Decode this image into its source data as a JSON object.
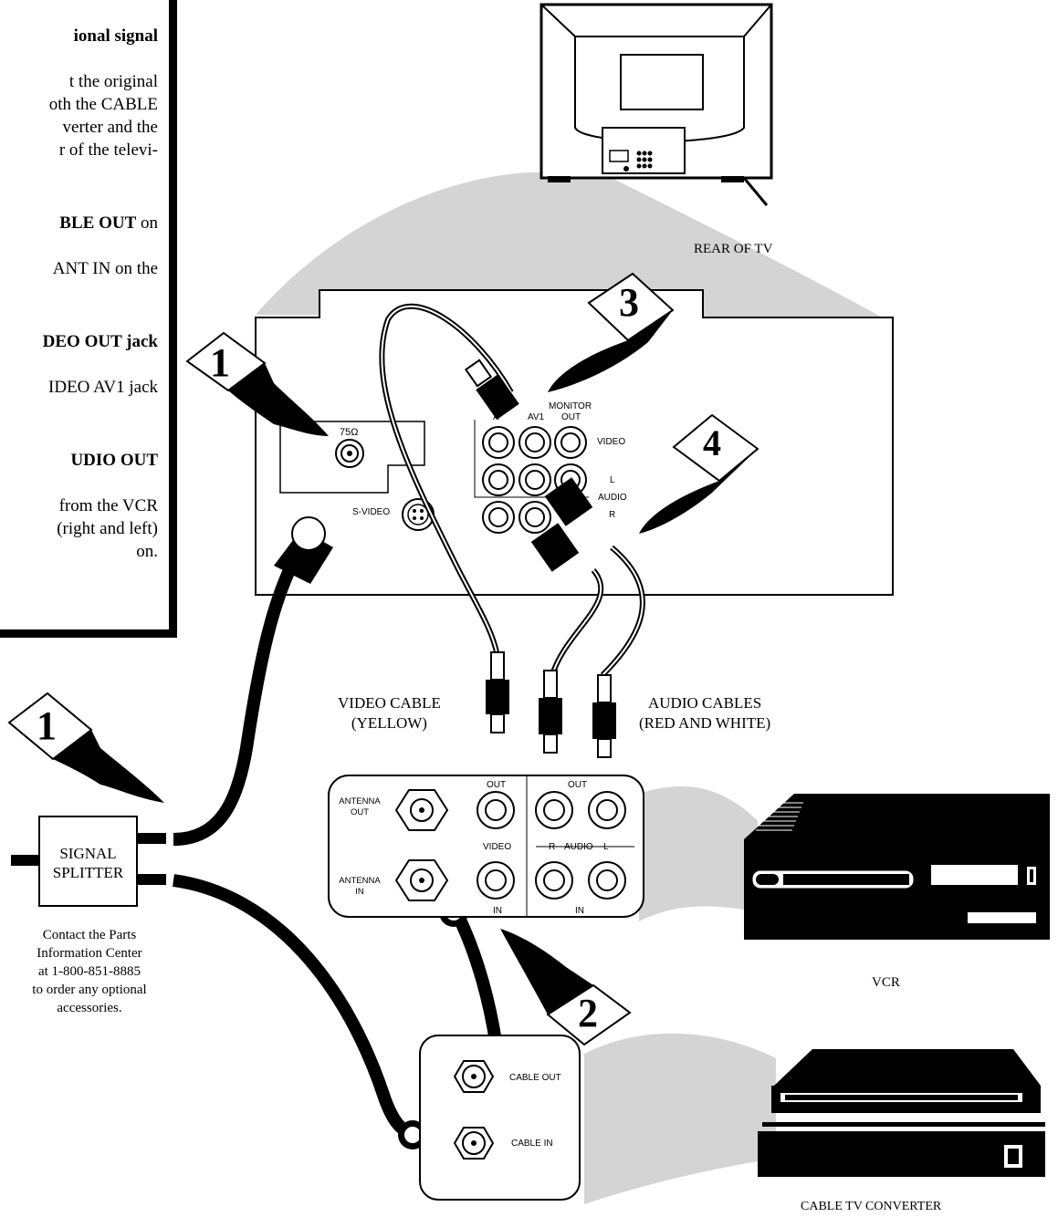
{
  "instructions": [
    {
      "html_bold": "ional signal",
      "lines": "t the original\noth the CABLE\nverter and the\nr of the televi-"
    },
    {
      "html_bold": "BLE OUT",
      "tail": " on",
      "lines": "ANT IN on the"
    },
    {
      "html_bold": "DEO OUT jack",
      "lines": "IDEO AV1 jack"
    },
    {
      "html_bold": "UDIO OUT",
      "lines": "from the VCR\n(right and left)\non."
    }
  ],
  "labels": {
    "rear_of_tv": "REAR OF TV",
    "video_cable": "VIDEO CABLE\n(YELLOW)",
    "audio_cables": "AUDIO CABLES\n(RED AND WHITE)",
    "vcr": "VCR",
    "cable_tv_converter": "CABLE TV CONVERTER",
    "parts_note": "Contact the Parts\nInformation Center\nat 1-800-851-8885\nto order any optional\naccessories."
  },
  "tv_panel": {
    "ohm": "75Ω",
    "s_video": "S-VIDEO",
    "monitor": "MONITOR",
    "out": "OUT",
    "av1": "AV1",
    "a": "A",
    "video": "VIDEO",
    "l": "L",
    "audio": "AUDIO",
    "r": "R"
  },
  "splitter": {
    "label": "SIGNAL\nSPLITTER"
  },
  "vcr_panel": {
    "antenna_out": "ANTENNA\nOUT",
    "antenna_in": "ANTENNA\nIN",
    "out1": "OUT",
    "out2": "OUT",
    "video": "VIDEO",
    "r": "R",
    "audio": "AUDIO",
    "l": "L",
    "in1": "IN",
    "in2": "IN"
  },
  "converter_panel": {
    "cable_out": "CABLE OUT",
    "cable_in": "CABLE IN"
  },
  "steps": [
    "1",
    "2",
    "3",
    "4",
    "1"
  ],
  "colors": {
    "ink": "#000000",
    "shade": "#d4d4d4",
    "paper": "#ffffff"
  }
}
